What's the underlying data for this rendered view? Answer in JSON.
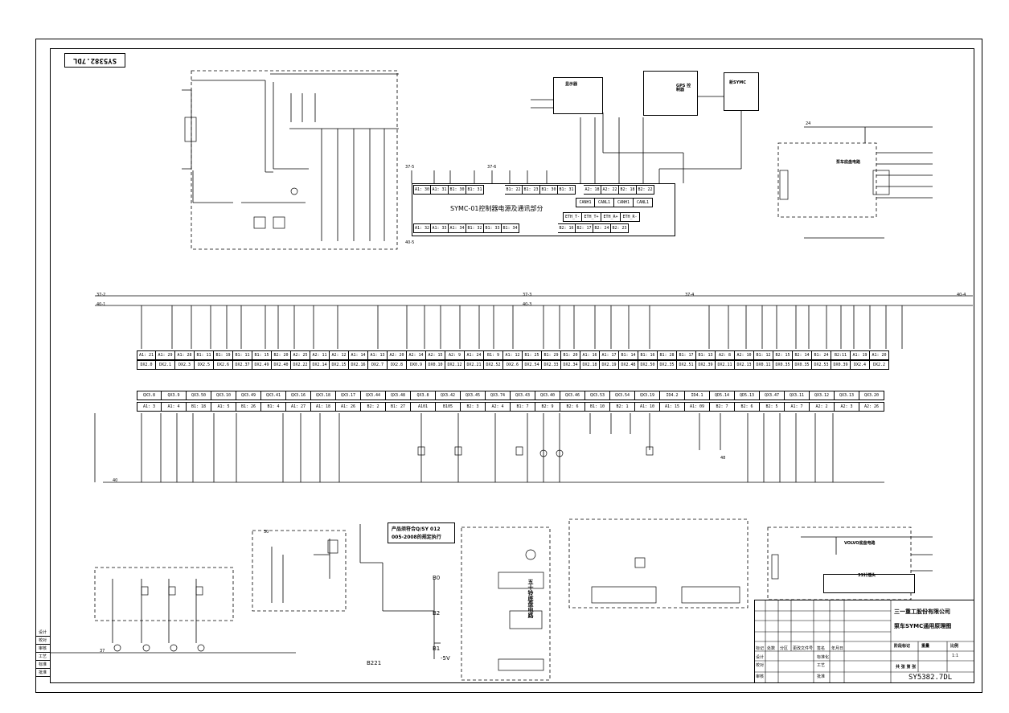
{
  "drawing": {
    "code": "SY5382.7DL",
    "code_rotated": "SY5382.7DL",
    "company": "三一重工股份有限公司",
    "title": "泵车SYMC通用原理图",
    "controller_title": "SYMC-01控制器电源及通讯部分",
    "notice_line1": "产品须符合Q/SY 012",
    "notice_line2": "005-2008的规定执行"
  },
  "blocks": {
    "display": "显示器",
    "gps": "GPS 控制器",
    "new_symc": "新SYMC",
    "chassis": "泵车底盘电路",
    "volvo": "VOLVO底盘电路",
    "pin31": "31针插头",
    "five_stage": "五十铃底盘电路"
  },
  "controller_pins": {
    "top": [
      "A1: 30",
      "A1: 31",
      "B1: 30",
      "B1: 31",
      "B1: 22",
      "B1: 23",
      "B1: 30",
      "B1: 31",
      "A2: 18",
      "A2: 22",
      "B2: 18",
      "B2: 22"
    ],
    "bottom": [
      "A1: 32",
      "A1: 33",
      "A1: 34",
      "B1: 32",
      "B1: 33",
      "B1: 34",
      "B2: 16",
      "B2: 17",
      "B2: 24",
      "B2: 23"
    ],
    "can": [
      "CANH1",
      "CANL1",
      "CANH1",
      "CANL1"
    ],
    "eth": [
      "ETH_T-",
      "ETH_T+",
      "ETH_R+",
      "ETH_R-"
    ]
  },
  "terminal_row1": [
    "A1: 21",
    "A1: 29",
    "A1: 28",
    "B1: 11",
    "B1: 19",
    "B1: 11",
    "B1: 15",
    "B2: 20",
    "A2: 25",
    "A2: 11",
    "A2: 12",
    "A1: 14",
    "A1: 13",
    "A2: 20",
    "A2: 14",
    "A2: 15",
    "A2: 9",
    "A1: 24",
    "B1: 9",
    "A1: 12",
    "B1: 25",
    "B1: 29",
    "B1: 20",
    "A1: 16",
    "A1: 17",
    "B1: 14",
    "B1: 16",
    "B1: 28",
    "B1: 17",
    "B1: 13",
    "A2: 8",
    "A2: 10",
    "B1: 12",
    "B2: 15",
    "B2: 14",
    "B1: 24",
    "B2:11",
    "A1: 19",
    "A1: 20"
  ],
  "terminal_row2": [
    "DX2.0",
    "DX2.1",
    "DX2.3",
    "DX2.5",
    "DX2.6",
    "DX2.37",
    "DX2.49",
    "DX2.40",
    "DX2.22",
    "DX2.14",
    "DX2.15",
    "DX2.16",
    "DX2.7",
    "DX2.8",
    "DX0.9",
    "DX0.10",
    "DX2.12",
    "DX2.21",
    "DX2.52",
    "DX2.6",
    "DX2.54",
    "DX2.33",
    "DX2.34",
    "DX2.18",
    "DX2.19",
    "DX2.48",
    "DX2.50",
    "DX2.35",
    "DX2.51",
    "DX2.39",
    "DX2.11",
    "DX2.13",
    "DX0.11",
    "DX0.35",
    "DX0.35",
    "DX2.53",
    "DX0.39",
    "DX2.4",
    "DX2.2"
  ],
  "output_row1": [
    "QX3.8",
    "QX3.9",
    "QX3.50",
    "QX3.10",
    "QX3.49",
    "QX3.41",
    "QX3.16",
    "QX3.18",
    "QX3.17",
    "QX3.44",
    "QX3.48",
    "QX3.8",
    "QX3.42",
    "QX3.45",
    "QX3.74",
    "QX3.43",
    "QX3.40",
    "QX3.46",
    "QX3.53",
    "QX3.54",
    "QX3.19",
    "ID4.2",
    "ID4.1",
    "QD5.14",
    "QD5.13",
    "QX3.47",
    "QX3.11",
    "QX3.12",
    "QX3.13",
    "QX3.20"
  ],
  "output_row2": [
    "A1: 3",
    "A1: 4",
    "B1: 18",
    "A1: 5",
    "B1: 26",
    "B1: 4",
    "A1: 27",
    "A1: 18",
    "A1: 26",
    "B2: 2",
    "B1: 27",
    "A101",
    "B105",
    "B2: 3",
    "A2: 4",
    "B1: 7",
    "B2: 9",
    "B2: 6",
    "B1: 10",
    "B2: 1",
    "A1: 10",
    "A1: 15",
    "A1: 09",
    "B2: 7",
    "B2: 6",
    "B2: 5",
    "A1: 7",
    "A2: 2",
    "A2: 3",
    "A2: 26"
  ],
  "title_block": {
    "labels": [
      "标记",
      "处数",
      "分区",
      "更改文件号",
      "签名",
      "年月日",
      "设计",
      "标准化",
      "校对",
      "审核",
      "工艺",
      "批准"
    ],
    "stage": "阶段标记",
    "weight": "重量",
    "scale": "比例",
    "scale_value": "1:1",
    "sheets": "共 张 第 张"
  },
  "sidebar": [
    "设计",
    "校对",
    "审核",
    "工艺",
    "标准",
    "批准"
  ],
  "net_labels": [
    "37-5",
    "40-5",
    "37-2",
    "40-1",
    "37-3",
    "40-3",
    "37-4",
    "40-4",
    "37-6",
    "40",
    "37",
    "24",
    "30",
    "48",
    "B221",
    "B0",
    "B2",
    "B1",
    "-5V"
  ]
}
